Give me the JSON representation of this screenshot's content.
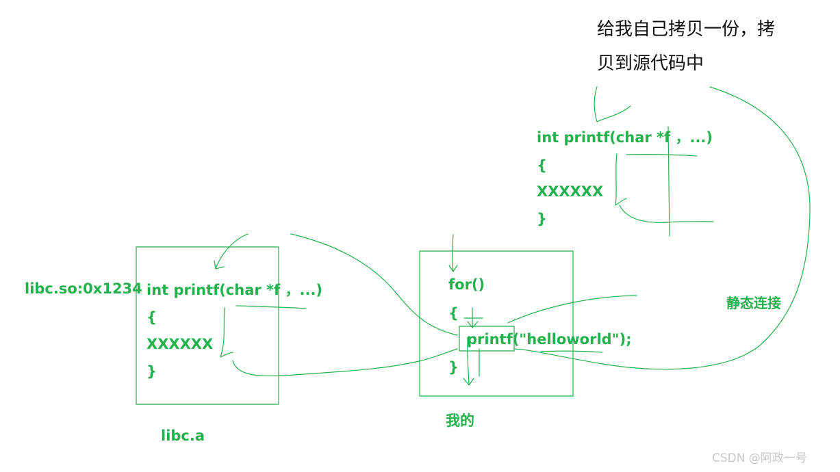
{
  "annotation": {
    "line1": "给我自己拷贝一份，拷",
    "line2": "贝到源代码中"
  },
  "copied_function": {
    "signature": "int printf(char *f ，...)",
    "open_brace": "{",
    "body": "XXXXXX",
    "close_brace": "}"
  },
  "library_box": {
    "address_label": "libc.so:0x1234",
    "signature": "int printf(char *f ，...)",
    "open_brace": "{",
    "body": "XXXXXX",
    "close_brace": "}",
    "caption": "libc.a"
  },
  "program_box": {
    "loop": "for()",
    "open_brace": "{",
    "call": "printf(\"helloworld\");",
    "close_brace": "}",
    "caption": "我的"
  },
  "static_link_label": "静态连接",
  "watermark": "CSDN @阿政一号",
  "colors": {
    "ink": "#22b14c",
    "text_black": "#111111",
    "watermark": "#c8c8c8"
  }
}
